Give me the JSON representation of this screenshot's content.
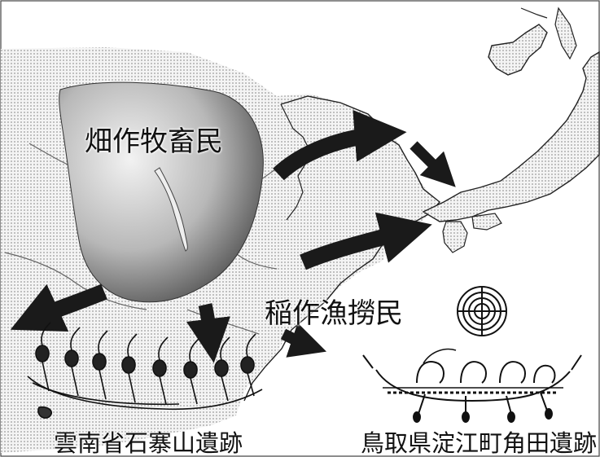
{
  "labels": {
    "farmers": "畑作牧畜民",
    "rice_fishers": "稲作漁撈民",
    "site_yunnan": "雲南省石寨山遺跡",
    "site_tottori": "鳥取県淀江町角田遺跡"
  },
  "colors": {
    "ink": "#111111",
    "land_dot": "#c8c8c8",
    "arrow": "#1a1a1a",
    "region_dark": "#555555",
    "region_light": "#e8e8e8"
  }
}
